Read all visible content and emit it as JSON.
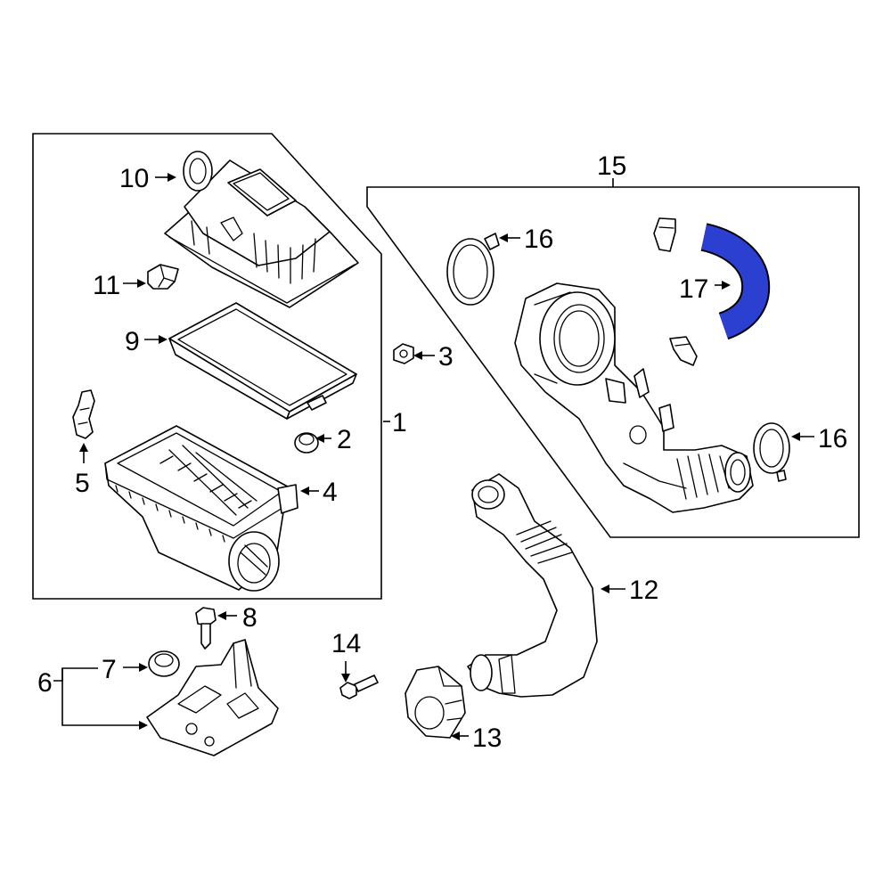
{
  "colors": {
    "line": "#000000",
    "background": "#ffffff",
    "highlight": "#2b3fd1"
  },
  "callouts": {
    "c1": "1",
    "c2": "2",
    "c3": "3",
    "c4": "4",
    "c5": "5",
    "c6": "6",
    "c7": "7",
    "c8": "8",
    "c9": "9",
    "c10": "10",
    "c11": "11",
    "c12": "12",
    "c13": "13",
    "c14": "14",
    "c15": "15",
    "c16a": "16",
    "c16b": "16",
    "c17": "17"
  },
  "highlighted_part": "17"
}
